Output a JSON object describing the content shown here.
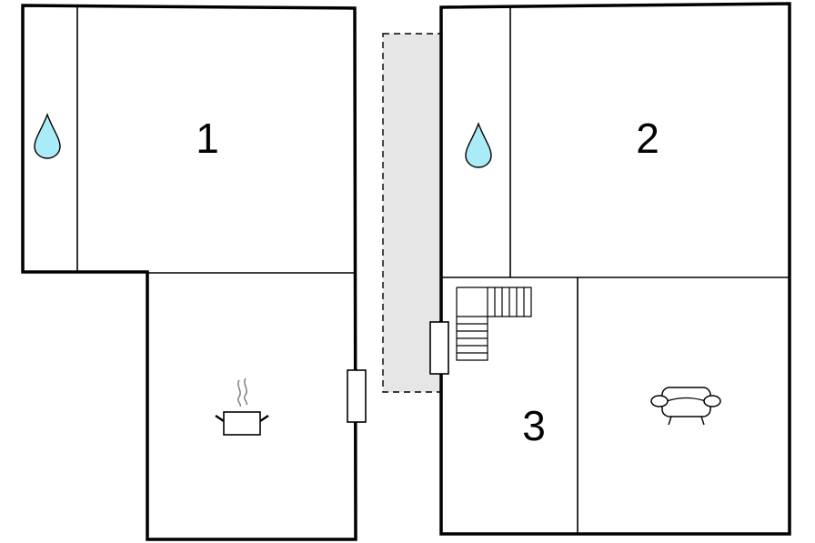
{
  "rooms": [
    {
      "number": "1"
    },
    {
      "number": "2"
    },
    {
      "number": "3"
    }
  ],
  "icons": {
    "bathroom": "water-drop-icon",
    "kitchen": "cooking-pot-icon",
    "stairs": "staircase-icon",
    "living": "sofa-icon",
    "door": "door-icon"
  },
  "colors": {
    "water": "#a9ecf7",
    "walkway": "#e6e6e6"
  }
}
